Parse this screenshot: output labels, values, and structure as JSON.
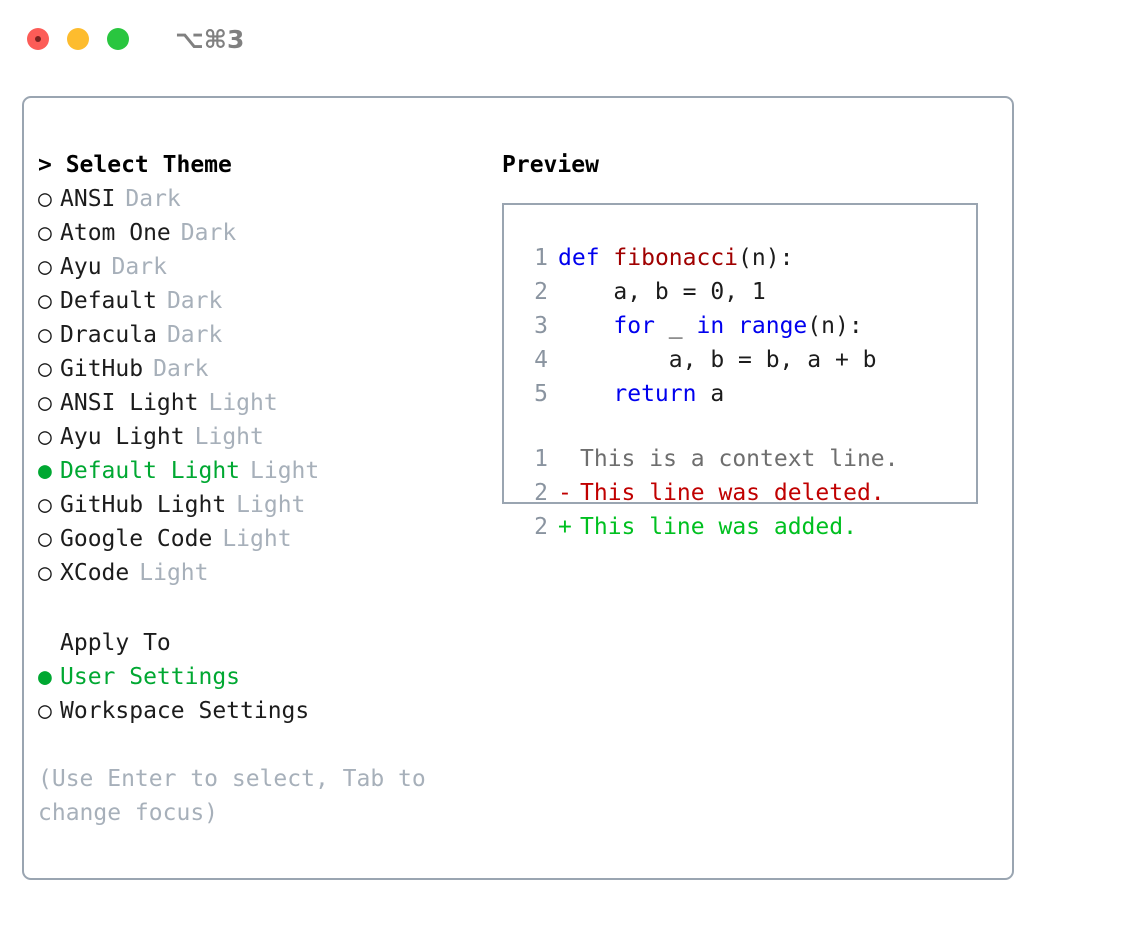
{
  "window": {
    "shortcut": "⌥⌘3",
    "traffic_lights": [
      "close-red",
      "minimize-yellow",
      "maximize-green"
    ]
  },
  "theme_panel": {
    "header": "> Select Theme",
    "prompt_marker": ">",
    "selected_marker": "●",
    "unselected_marker": "○",
    "selected_color": "#00a832",
    "tag_color": "#a7b0ba",
    "items": [
      {
        "name": "ANSI",
        "tag": "Dark",
        "selected": false
      },
      {
        "name": "Atom One",
        "tag": "Dark",
        "selected": false
      },
      {
        "name": "Ayu",
        "tag": "Dark",
        "selected": false
      },
      {
        "name": "Default",
        "tag": "Dark",
        "selected": false
      },
      {
        "name": "Dracula",
        "tag": "Dark",
        "selected": false
      },
      {
        "name": "GitHub",
        "tag": "Dark",
        "selected": false
      },
      {
        "name": "ANSI Light",
        "tag": "Light",
        "selected": false
      },
      {
        "name": "Ayu Light",
        "tag": "Light",
        "selected": false
      },
      {
        "name": "Default Light",
        "tag": "Light",
        "selected": true
      },
      {
        "name": "GitHub Light",
        "tag": "Light",
        "selected": false
      },
      {
        "name": "Google Code",
        "tag": "Light",
        "selected": false
      },
      {
        "name": "XCode",
        "tag": "Light",
        "selected": false
      }
    ]
  },
  "apply_to": {
    "header": "Apply To",
    "options": [
      {
        "name": "User Settings",
        "selected": true
      },
      {
        "name": "Workspace Settings",
        "selected": false
      }
    ]
  },
  "hint": "(Use Enter to select, Tab to change focus)",
  "preview": {
    "title": "Preview",
    "code_lines": [
      {
        "no": "1",
        "tokens": [
          {
            "t": "def",
            "c": "kw"
          },
          {
            "t": " ",
            "c": "plain"
          },
          {
            "t": "fibonacci",
            "c": "fn"
          },
          {
            "t": "(n):",
            "c": "plain"
          }
        ]
      },
      {
        "no": "2",
        "tokens": [
          {
            "t": "    a, b = 0, 1",
            "c": "plain"
          }
        ]
      },
      {
        "no": "3",
        "tokens": [
          {
            "t": "    ",
            "c": "plain"
          },
          {
            "t": "for",
            "c": "kw"
          },
          {
            "t": " _ ",
            "c": "plain"
          },
          {
            "t": "in",
            "c": "kw"
          },
          {
            "t": " ",
            "c": "plain"
          },
          {
            "t": "range",
            "c": "kw"
          },
          {
            "t": "(n):",
            "c": "plain"
          }
        ]
      },
      {
        "no": "4",
        "tokens": [
          {
            "t": "        a, b = b, a + b",
            "c": "plain"
          }
        ]
      },
      {
        "no": "5",
        "tokens": [
          {
            "t": "    ",
            "c": "plain"
          },
          {
            "t": "return",
            "c": "kw"
          },
          {
            "t": " a",
            "c": "plain"
          }
        ]
      }
    ],
    "diff_lines": [
      {
        "no": "1",
        "sign": " ",
        "text": "This is a context line.",
        "kind": "context"
      },
      {
        "no": "2",
        "sign": "-",
        "text": "This line was deleted.",
        "kind": "del"
      },
      {
        "no": "2",
        "sign": "+",
        "text": "This line was added.",
        "kind": "add"
      }
    ],
    "colors": {
      "keyword": "#0000ee",
      "function": "#a00000",
      "lineno": "#8a94a0",
      "diff_context": "#6e6e6e",
      "diff_deleted": "#c00000",
      "diff_added": "#00c020",
      "border": "#9aa5b1"
    }
  }
}
